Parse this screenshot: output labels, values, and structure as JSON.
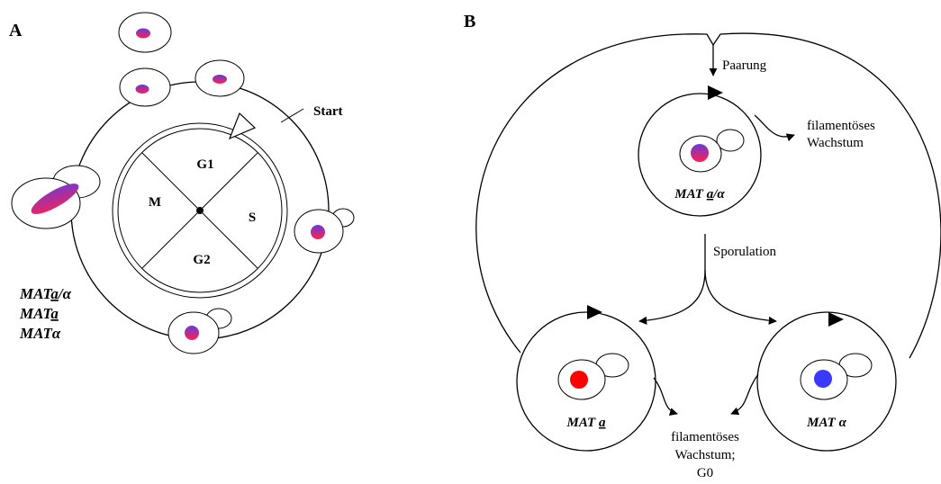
{
  "colors": {
    "nucleus_red": "#ff0000",
    "nucleus_blue": "#3a3aff",
    "nucleus_mix_top": "#6a3ad8",
    "nucleus_mix_bottom": "#ff2050",
    "outline": "#000000",
    "background": "#ffffff"
  },
  "panel_a": {
    "label": "A",
    "start_label": "Start",
    "phases": {
      "g1": "G1",
      "s": "S",
      "g2": "G2",
      "m": "M"
    },
    "mat_types": {
      "diploid": {
        "prefix": "MAT",
        "a": "a",
        "sep": "/",
        "alpha": "α"
      },
      "a": {
        "prefix": "MAT",
        "a": "a"
      },
      "alpha": {
        "prefix": "MAT",
        "alpha": "α"
      }
    }
  },
  "panel_b": {
    "label": "B",
    "pairing": "Paarung",
    "sporulation": "Sporulation",
    "filamentous_top": [
      "filamentöses",
      "Wachstum"
    ],
    "filamentous_bottom": [
      "filamentöses",
      "Wachstum;",
      "G0"
    ],
    "cell_diploid": {
      "prefix": "MAT ",
      "a": "a",
      "sep": "/",
      "alpha": "α"
    },
    "cell_a": {
      "prefix": "MAT ",
      "a": "a"
    },
    "cell_alpha": {
      "prefix": "MAT ",
      "alpha": "α"
    }
  }
}
